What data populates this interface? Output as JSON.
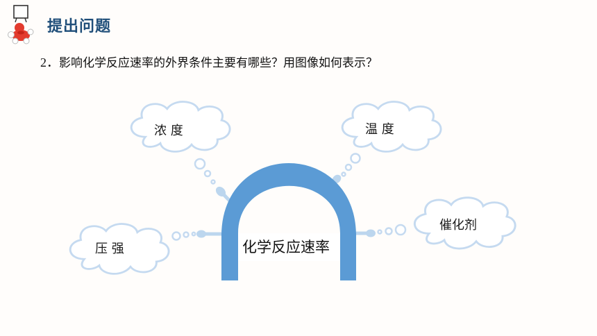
{
  "header": {
    "title": "提出问题",
    "icon": "presenter-board-icon"
  },
  "question": {
    "number": "2．",
    "text": "影响化学反应速率的外界条件主要有哪些？用图像如何表示？"
  },
  "diagram": {
    "center": "化学反应速率",
    "factors": {
      "concentration": "浓 度",
      "temperature": "温 度",
      "pressure": "压  强",
      "catalyst": "催化剂"
    }
  },
  "colors": {
    "title": "#1f4e79",
    "arch": "#5b9bd5",
    "cloud_stroke": "#c5daf0",
    "connector": "#bcd6ee"
  }
}
